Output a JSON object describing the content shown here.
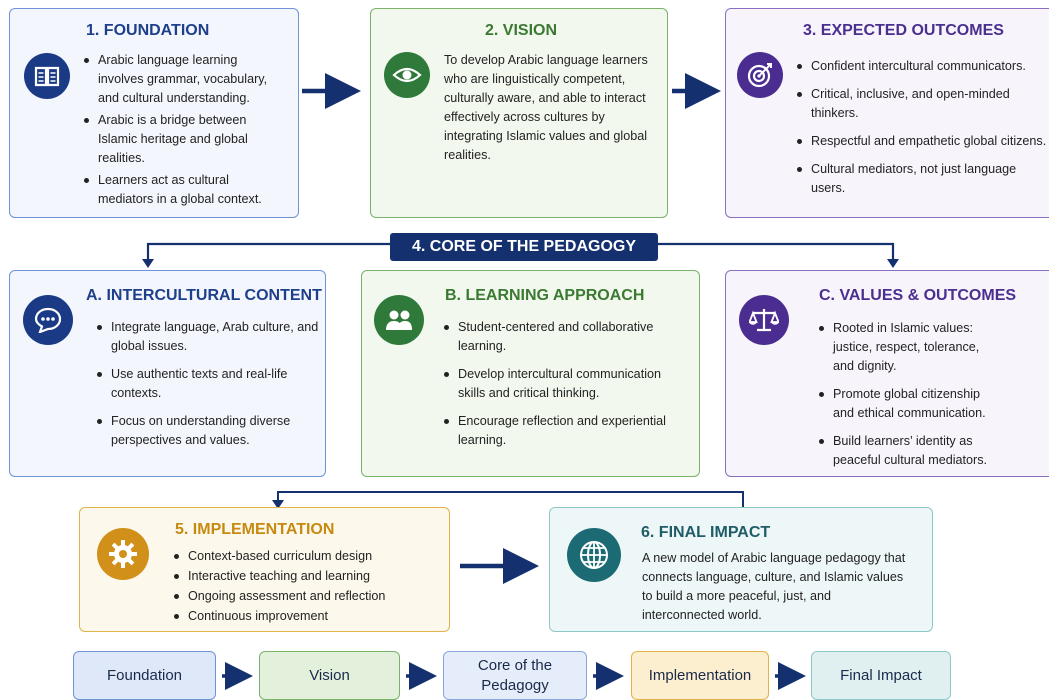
{
  "foundation": {
    "title": "1. FOUNDATION",
    "icon": "book-icon",
    "items": [
      "Arabic language learning involves grammar, vocabulary, and cultural understanding.",
      "Arabic is a bridge between Islamic heritage and global realities.",
      "Learners act as cultural mediators in a global context."
    ]
  },
  "vision": {
    "title": "2. VISION",
    "icon": "eye-icon",
    "text": "To develop Arabic language learners who are linguistically competent, culturally aware, and able to interact effectively across cultures by integrating Islamic values and global realities."
  },
  "outcomes": {
    "title": "3. EXPECTED OUTCOMES",
    "icon": "target-icon",
    "items": [
      "Confident intercultural communicators.",
      "Critical, inclusive, and open-minded thinkers.",
      "Respectful and empathetic global citizens.",
      "Cultural mediators, not just language users."
    ]
  },
  "core": {
    "title": "4. CORE OF THE PEDAGOGY"
  },
  "intercultural": {
    "title": "A. INTERCULTURAL CONTENT",
    "icon": "chat-icon",
    "items": [
      "Integrate language, Arab culture, and global issues.",
      "Use authentic texts and real-life contexts.",
      "Focus on understanding diverse perspectives and values."
    ]
  },
  "learning": {
    "title": "B. LEARNING APPROACH",
    "icon": "people-icon",
    "items": [
      "Student-centered and collaborative learning.",
      "Develop intercultural communication skills and critical thinking.",
      "Encourage reflection and experiential learning."
    ]
  },
  "values": {
    "title": "C. VALUES & OUTCOMES",
    "icon": "scales-icon",
    "items": [
      "Rooted in Islamic values: justice, respect, tolerance, and dignity.",
      "Promote global citizenship and ethical communication.",
      "Build learners’ identity as peaceful cultural mediators."
    ]
  },
  "implementation": {
    "title": "5. IMPLEMENTATION",
    "icon": "gear-icon",
    "items": [
      "Context-based curriculum design",
      "Interactive teaching and learning",
      "Ongoing assessment and reflection",
      "Continuous improvement"
    ]
  },
  "impact": {
    "title": "6. FINAL IMPACT",
    "icon": "globe-icon",
    "text": "A new model of Arabic language pedagogy that connects language, culture, and Islamic values to build a more peaceful, just, and interconnected world."
  },
  "flow": [
    "Foundation",
    "Vision",
    "Core of the Pedagogy",
    "Implementation",
    "Final Impact"
  ],
  "colors": {
    "navy": "#14306e",
    "blue": "#6f93d6",
    "green": "#79b36a",
    "purple": "#8a6fc3",
    "gold": "#e2b34a",
    "teal": "#8fc7c6"
  }
}
